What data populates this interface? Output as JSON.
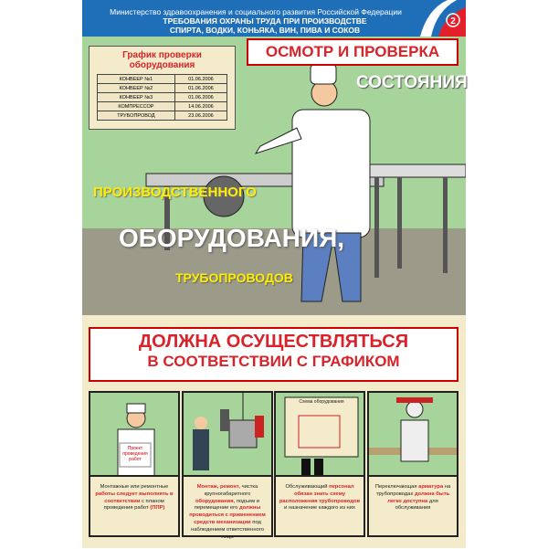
{
  "header": {
    "ministry": "Министерство здравоохранения и социального развития Российской Федерации",
    "title_line1": "ТРЕБОВАНИЯ ОХРАНЫ ТРУДА ПРИ ПРОИЗВОДСТВЕ",
    "title_line2": "СПИРТА, ВОДКИ, КОНЬЯКА, ВИН, ПИВА И СОКОВ",
    "number": "2"
  },
  "schedule": {
    "title": "График проверки оборудования",
    "rows": [
      [
        "КОНВЕЕР №1",
        "01.06.2006"
      ],
      [
        "КОНВЕЕР №2",
        "01.06.2006"
      ],
      [
        "КОНВЕЕР №3",
        "01.06.2006"
      ],
      [
        "КОМПРЕССОР",
        "14.06.2006"
      ],
      [
        "ТРУБОПРОВОД",
        "23.06.2006"
      ]
    ]
  },
  "headline": {
    "line1": "ОСМОТР И ПРОВЕРКА",
    "line2": "СОСТОЯНИЯ",
    "line3": "ПРОИЗВОДСТВЕННОГО",
    "line4": "ОБОРУДОВАНИЯ,",
    "line5": "ТРУБОПРОВОДОВ"
  },
  "must": {
    "line1": "ДОЛЖНА ОСУЩЕСТВЛЯТЬСЯ",
    "line2": "В СООТВЕТСТВИИ С ГРАФИКОМ"
  },
  "panels": [
    {
      "pic_label": "Проект проведения работ",
      "parts": [
        [
          "Монтажные или ремонтные ",
          false
        ],
        [
          "работы следует выполнять в соответствии",
          true
        ],
        [
          " с планом проведения работ ",
          false
        ],
        [
          "(ППР)",
          true
        ]
      ]
    },
    {
      "parts": [
        [
          "Монтаж, ремонт,",
          true
        ],
        [
          " чистка крупногабаритного ",
          false
        ],
        [
          "оборудования,",
          true
        ],
        [
          " подъем и перемещение его ",
          false
        ],
        [
          "должны проводиться с применением средств механизации",
          true
        ],
        [
          " под наблюдением ответственного лица",
          false
        ]
      ]
    },
    {
      "pic_label": "Схема оборудования",
      "parts": [
        [
          "Обслуживающий ",
          false
        ],
        [
          "персонал обязан знать схему расположения трубопроводов",
          true
        ],
        [
          " и назначение каждого из них",
          false
        ]
      ]
    },
    {
      "parts": [
        [
          "Переключающая ",
          false
        ],
        [
          "арматура",
          true
        ],
        [
          " на трубопроводах ",
          false
        ],
        [
          "должна быть легко доступна",
          true
        ],
        [
          " для обслуживания",
          false
        ]
      ]
    }
  ],
  "colors": {
    "header_blue": "#1f6fb8",
    "accent_red": "#d9232b",
    "scene_green": "#a7d49b",
    "yellow": "#ffee00",
    "beige": "#f3ebc9"
  }
}
